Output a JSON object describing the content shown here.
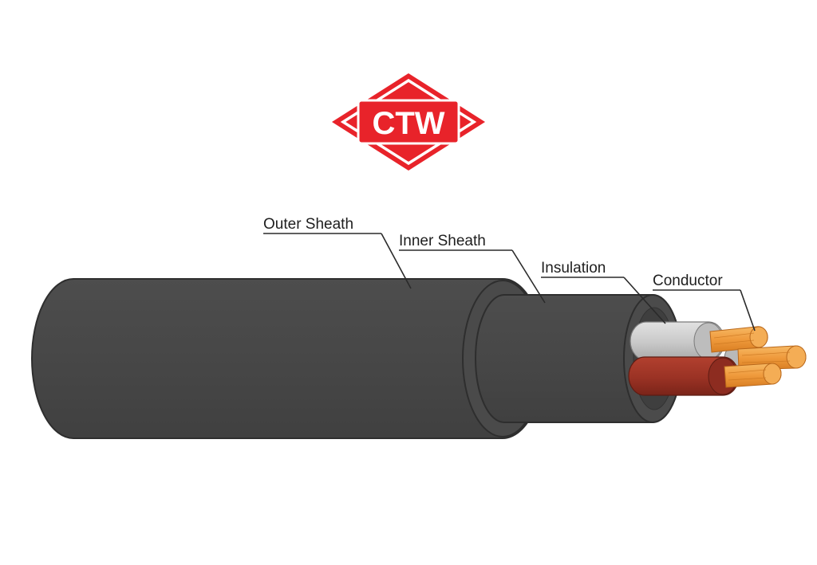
{
  "logo": {
    "text": "CTW",
    "color": "#e8232a"
  },
  "labels": {
    "outer_sheath": "Outer Sheath",
    "inner_sheath": "Inner Sheath",
    "insulation": "Insulation",
    "conductor": "Conductor"
  },
  "colors": {
    "sheath": "#4a4a4a",
    "sheath_outline": "#2e2e2e",
    "insulation_grey": "#cfcfcf",
    "insulation_red": "#9e3326",
    "copper": "#f2a24a"
  }
}
